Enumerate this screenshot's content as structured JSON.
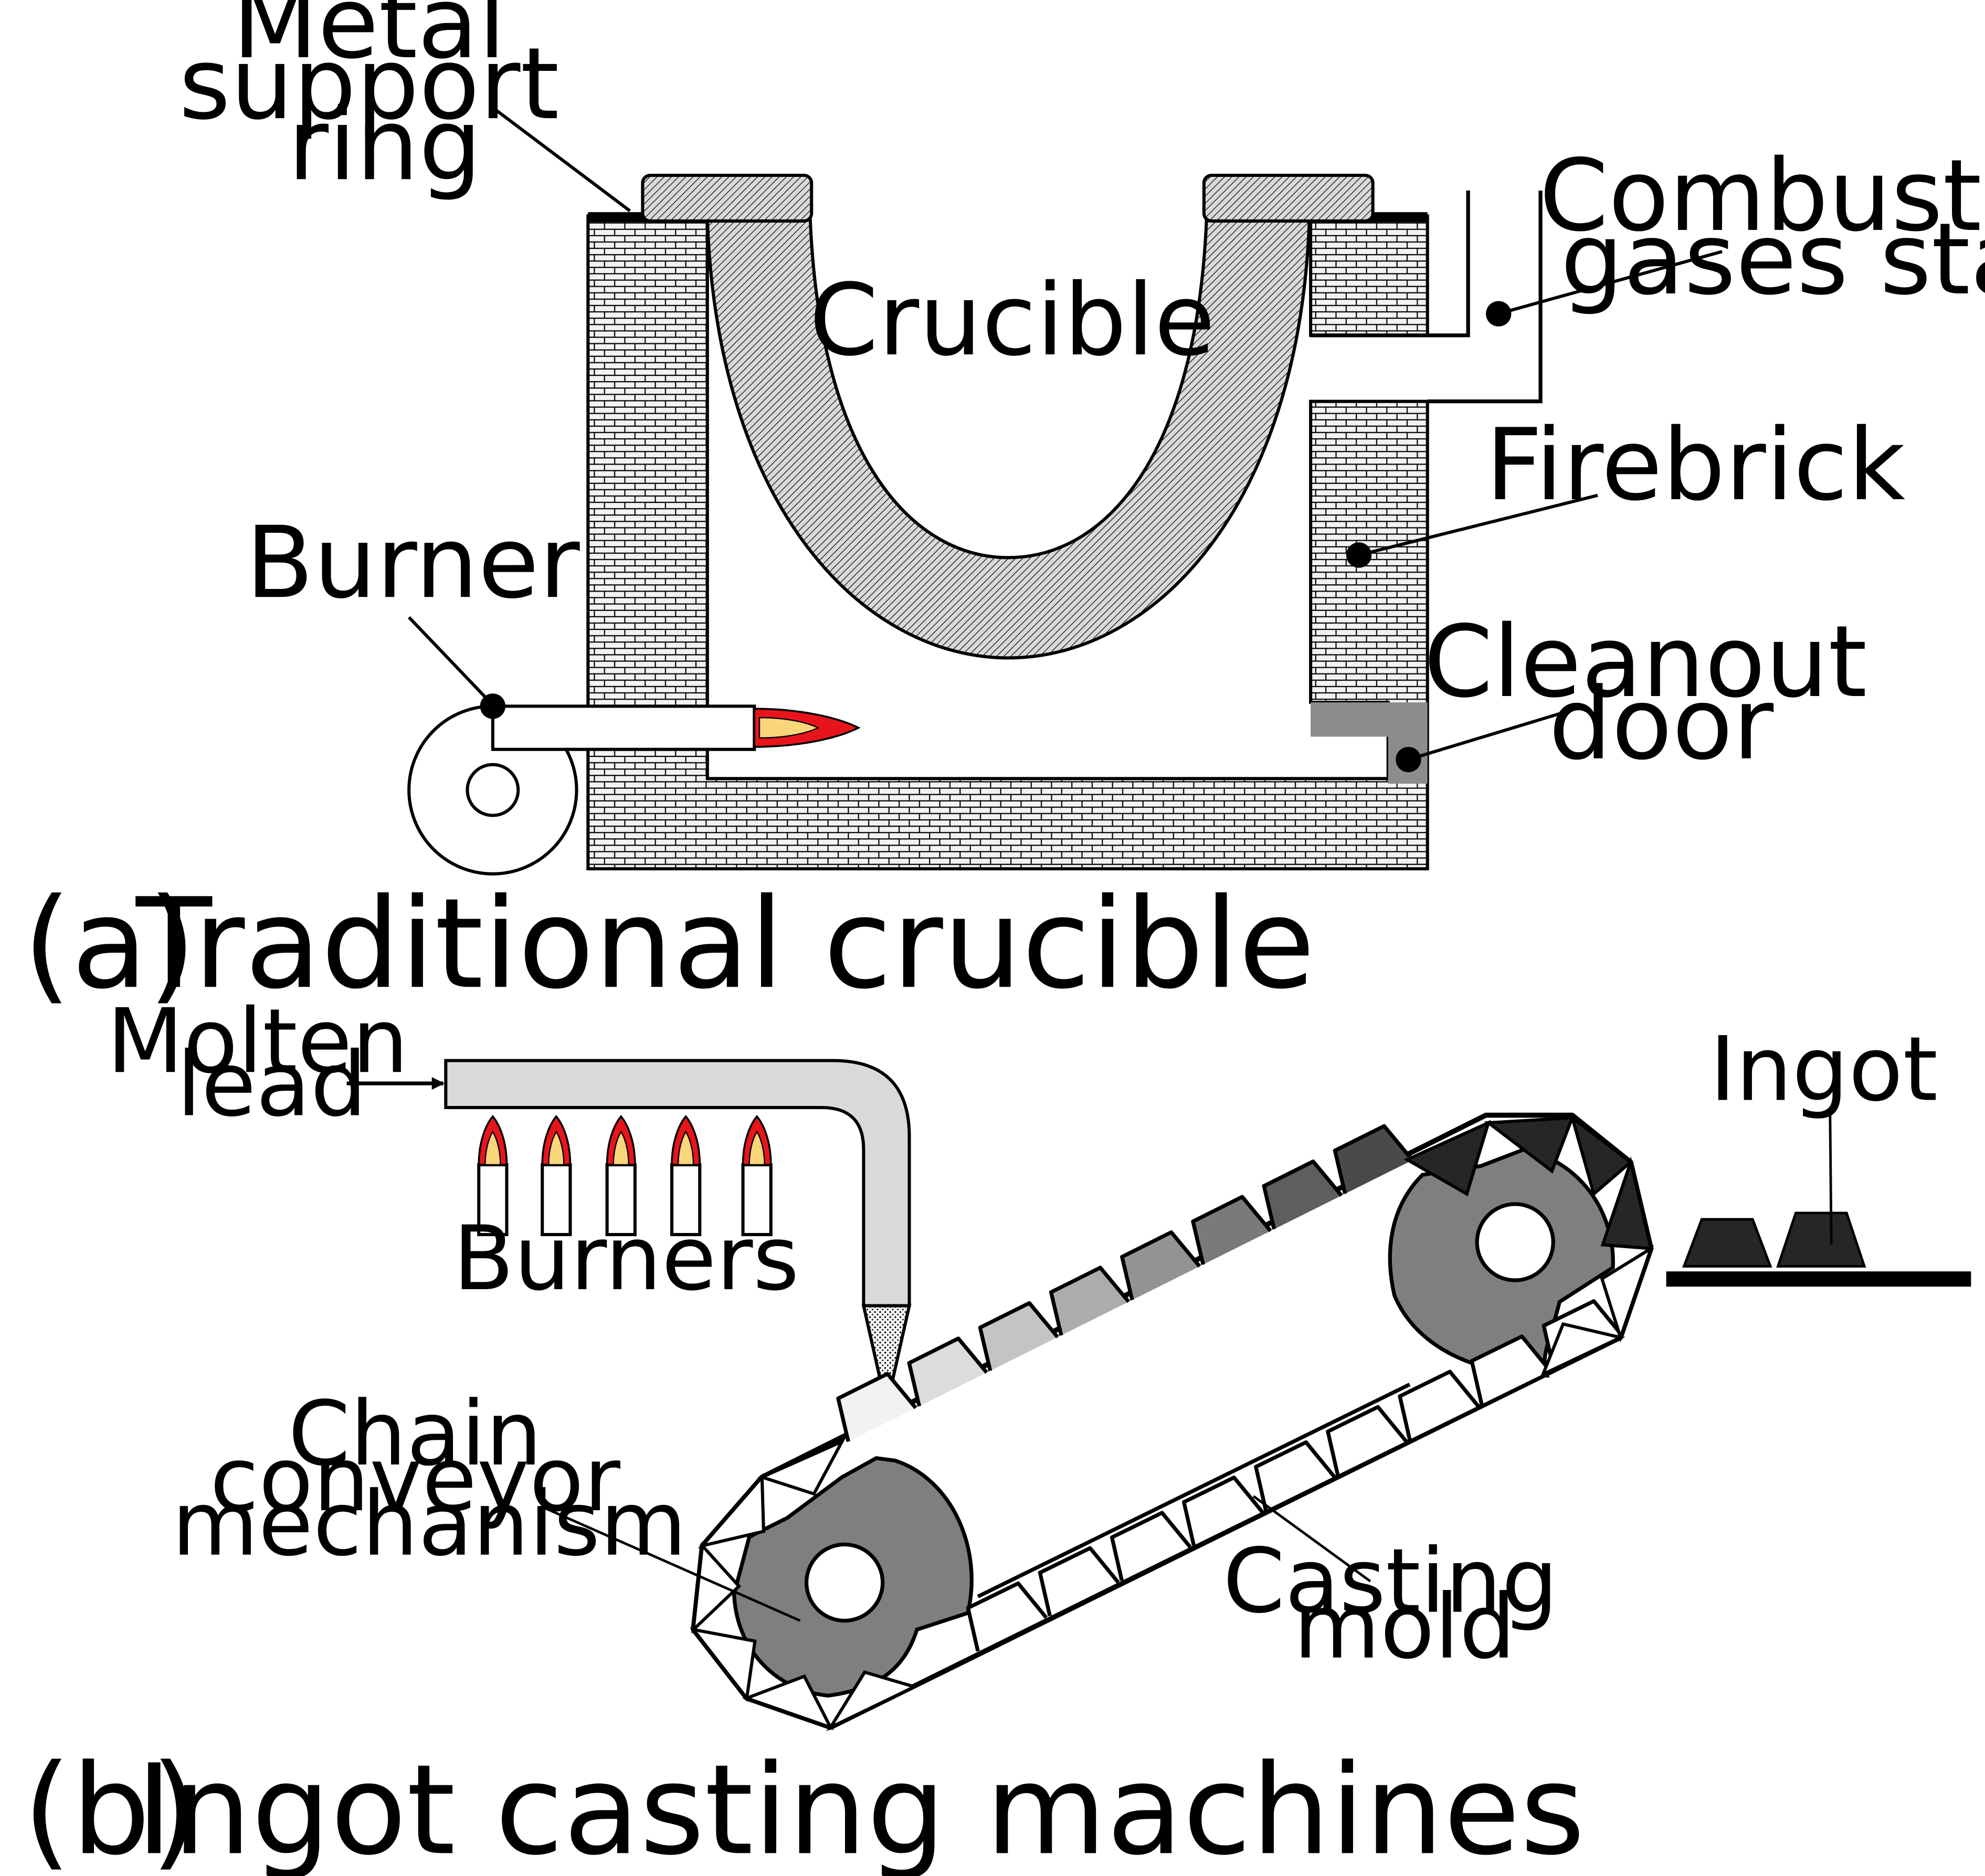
{
  "panel_a": {
    "caption_letter": "(a)",
    "caption_title": "Traditional crucible",
    "labels": {
      "metal_support_ring": [
        "Metal",
        "support",
        "ring"
      ],
      "crucible": "Crucible",
      "combustion_gases_stack": [
        "Combustion",
        "gases stack"
      ],
      "firebrick": "Firebrick",
      "burner": "Burner",
      "cleanout_door": [
        "Cleanout",
        "door"
      ]
    }
  },
  "panel_b": {
    "caption_letter": "(b)",
    "caption_title": "Ingot casting machines",
    "labels": {
      "molten_lead": [
        "Molten",
        "lead"
      ],
      "burners": "Burners",
      "ingot": "Ingot",
      "chain_conveyor": [
        "Chain",
        "conveyor",
        "mechanism"
      ],
      "casting_mold": [
        "Casting",
        "mold"
      ]
    }
  },
  "colors": {
    "brick_fill": "#f2f2f2",
    "hatch_fill": "#d9d9d9",
    "cleanout_door": "#8c8c8c",
    "flame_outer": "#e8141c",
    "flame_inner": "#f9d67a",
    "pipe": "#d9d9d9",
    "sprocket": "#7f7f7f",
    "ingot": "#262626"
  }
}
